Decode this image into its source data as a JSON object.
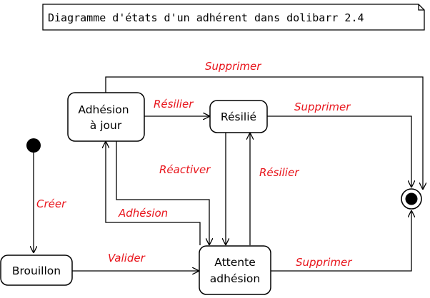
{
  "note": {
    "title": "Diagramme d'états d'un adhérent dans dolibarr 2.4"
  },
  "states": {
    "adhesion_a_jour": {
      "line1": "Adhésion",
      "line2": "à jour"
    },
    "resilie": {
      "label": "Résilié"
    },
    "brouillon": {
      "label": "Brouillon"
    },
    "attente_adhesion": {
      "line1": "Attente",
      "line2": "adhésion"
    }
  },
  "transitions": {
    "creer": "Créer",
    "valider": "Valider",
    "adhesion": "Adhésion",
    "resilier_top": "Résilier",
    "resilier_right": "Résilier",
    "reactiver": "Réactiver",
    "supprimer_top": "Supprimer",
    "supprimer_resilie": "Supprimer",
    "supprimer_attente": "Supprimer"
  },
  "colors": {
    "label": "#e8141b",
    "line": "#000000",
    "fill": "#ffffff"
  }
}
